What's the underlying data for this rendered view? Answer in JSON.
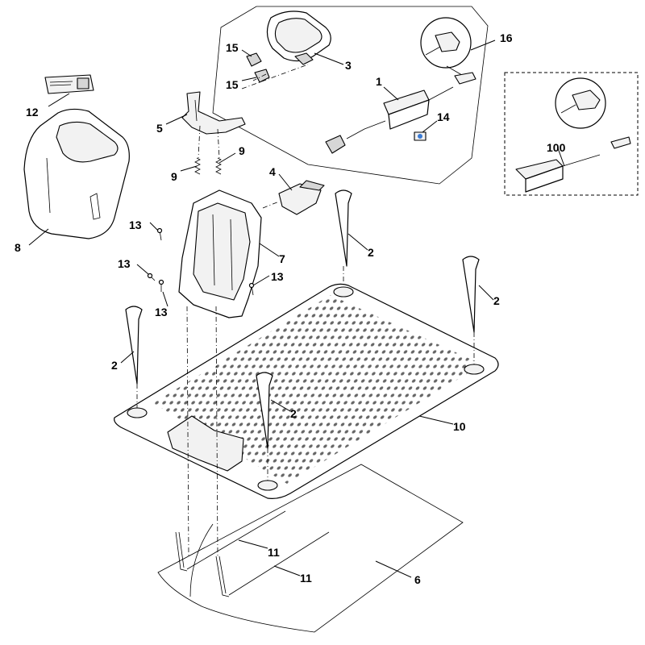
{
  "callouts": {
    "p1": "1",
    "p2a": "2",
    "p2b": "2",
    "p2c": "2",
    "p2d": "2",
    "p3": "3",
    "p4": "4",
    "p5": "5",
    "p6": "6",
    "p7": "7",
    "p8": "8",
    "p9a": "9",
    "p9b": "9",
    "p10": "10",
    "p11a": "11",
    "p11b": "11",
    "p12": "12",
    "p13a": "13",
    "p13b": "13",
    "p13c": "13",
    "p13d": "13",
    "p14": "14",
    "p15a": "15",
    "p15b": "15",
    "p16": "16",
    "p100": "100"
  }
}
